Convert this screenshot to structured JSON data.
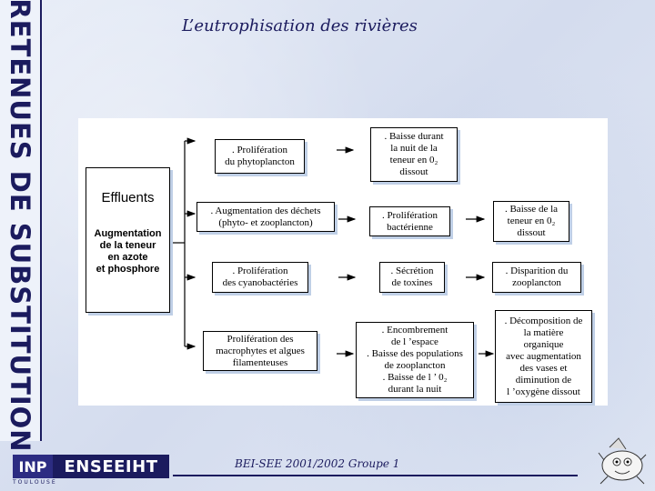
{
  "sidebar_title": "RETENUES DE SUBSTITUTION",
  "slide_title": "L’eutrophisation des rivières",
  "diagram": {
    "source": {
      "title": "Effluents",
      "text": [
        "Augmentation",
        "de la teneur",
        "en azote",
        "et phosphore"
      ]
    },
    "col1": [
      {
        "lines": [
          ". Prolifération",
          "du phytoplancton"
        ]
      },
      {
        "lines": [
          ". Augmentation des déchets",
          "(phyto- et zooplancton)"
        ]
      },
      {
        "lines": [
          ". Prolifération",
          "des cyanobactéries"
        ]
      },
      {
        "lines": [
          "Prolifération des",
          "macrophytes et algues",
          "filamenteuses"
        ]
      }
    ],
    "col2": [
      {
        "lines": [
          ". Baisse durant",
          "la nuit de la",
          "teneur en 0₂",
          "dissout"
        ]
      },
      {
        "lines": [
          ". Prolifération",
          "bactérienne"
        ]
      },
      {
        "lines": [
          ". Sécrétion",
          "de toxines"
        ]
      },
      {
        "lines": [
          ". Encombrement",
          "de l ’espace",
          ". Baisse des populations",
          "de zooplancton",
          ". Baisse de l ’ 0₂",
          "durant la nuit"
        ]
      }
    ],
    "col3": [
      {
        "lines": [
          ". Baisse de la",
          "teneur en 0₂",
          "dissout"
        ]
      },
      {
        "lines": [
          ". Disparition du",
          "zooplancton"
        ]
      },
      {
        "lines": [
          ". Décomposition de",
          "la matière",
          "organique",
          "avec augmentation",
          "des vases et",
          "diminution de",
          "l ’oxygène dissout"
        ]
      }
    ]
  },
  "footer": {
    "logo_inp": "INP",
    "logo_enseeiht": "ENSEEIHT",
    "logo_sub": "TOULOUSE",
    "text": "BEI-SEE 2001/2002 Groupe 1"
  },
  "colors": {
    "navy": "#1b1b5e",
    "box_shadow": "#bfcfe6",
    "background": "#dfe7f4"
  },
  "icons": [
    "arrow-icon",
    "mascot-icon"
  ]
}
